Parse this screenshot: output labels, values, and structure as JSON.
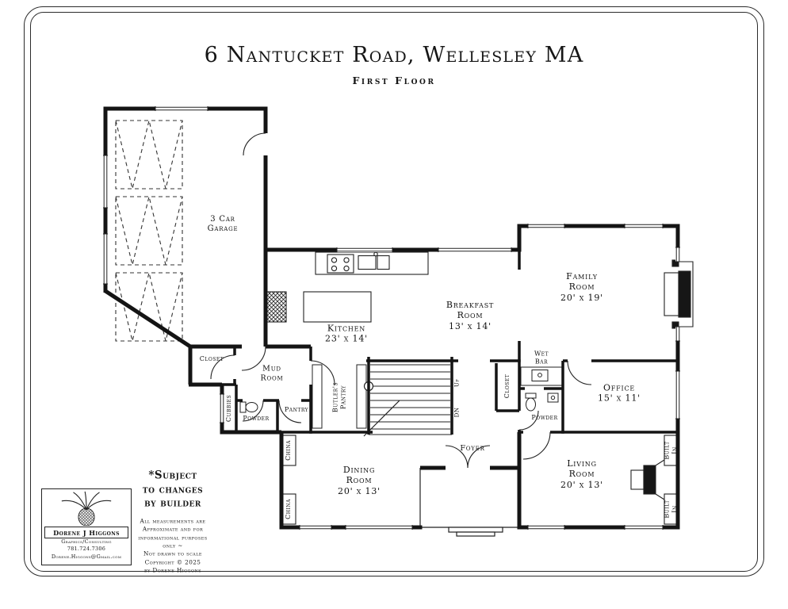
{
  "header": {
    "title": "6 Nantucket Road, Wellesley MA",
    "subtitle": "First Floor"
  },
  "rooms": {
    "garage": "3 Car\nGarage",
    "kitchen": "Kitchen\n23' x 14'",
    "breakfast": "Breakfast\nRoom\n13' x 14'",
    "family": "Family\nRoom\n20' x 19'",
    "office": "Office\n15' x 11'",
    "dining": "Dining\nRoom\n20' x 13'",
    "living": "Living\nRoom\n20' x 13'",
    "foyer": "Foyer",
    "mud_room": "Mud\nRoom",
    "wet_bar": "Wet\nBar",
    "pantry": "Pantry",
    "butlers_pantry": "Butler's\nPantry",
    "cubbies": "Cubbies",
    "closet_mud": "Closet",
    "closet_foyer": "Closet",
    "powder_west": "Powder",
    "powder_east": "Powder",
    "china_upper": "China",
    "china_lower": "China",
    "built_in_upper": "Built\nIn",
    "built_in_lower": "Built\nIn",
    "stairs_up": "Up",
    "stairs_dn": "DN"
  },
  "notes": {
    "subject": "*Subject\nto changes\nby builder",
    "disclaimer": "All measurements are\nApproximate and for\ninformational purposes\nonly ~\nNot drawn to scale\nCopyright © 2025\nby Dorene Higgons"
  },
  "logo": {
    "name": "Dorene J Higgons",
    "service": "Graphics/Consulting",
    "phone": "781.724.7306",
    "email": "Dorene.Higgons@Gmail.com"
  }
}
